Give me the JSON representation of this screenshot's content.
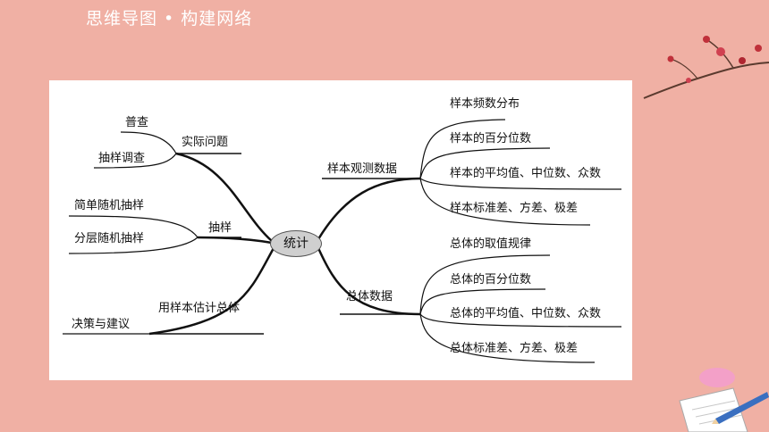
{
  "header": {
    "title": "思维导图 • 构建网络"
  },
  "mindmap": {
    "center": "统计",
    "left": {
      "practical": {
        "label": "实际问题",
        "children": [
          "普查",
          "抽样调查"
        ]
      },
      "sampling": {
        "label": "抽样",
        "children": [
          "简单随机抽样",
          "分层随机抽样"
        ]
      },
      "estimate": {
        "label": "用样本估计总体",
        "children": [
          "决策与建议"
        ]
      }
    },
    "right": {
      "sample_data": {
        "label": "样本观测数据",
        "children": [
          "样本频数分布",
          "样本的百分位数",
          "样本的平均值、中位数、众数",
          "样本标准差、方差、极差"
        ]
      },
      "population_data": {
        "label": "总体数据",
        "children": [
          "总体的取值规律",
          "总体的百分位数",
          "总体的平均值、中位数、众数",
          "总体标准差、方差、极差"
        ]
      }
    }
  },
  "colors": {
    "background": "#f0b0a4",
    "panel": "#ffffff",
    "node": "#cfcfcf"
  }
}
